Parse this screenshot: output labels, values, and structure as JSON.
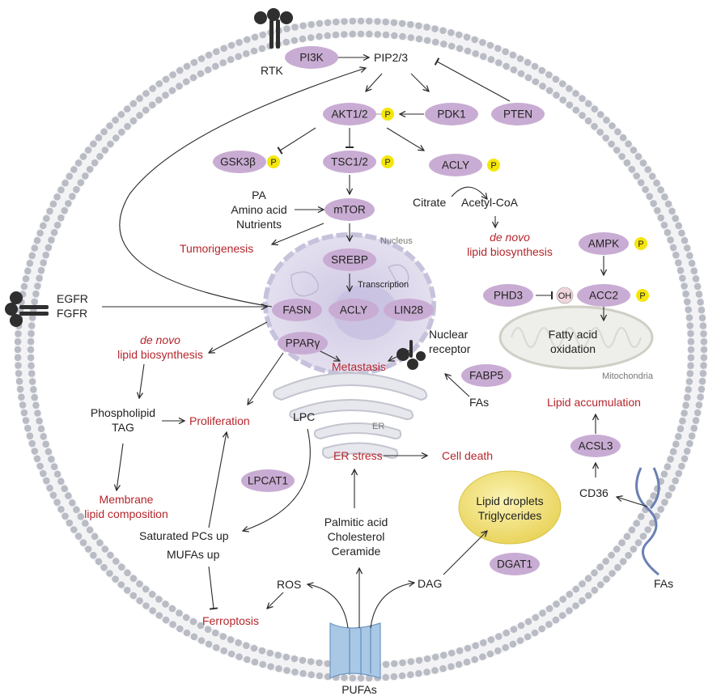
{
  "nodes": {
    "pi3k": "PI3K",
    "akt": "AKT1/2",
    "pdk1": "PDK1",
    "pten": "PTEN",
    "gsk3b": "GSK3β",
    "tsc": "TSC1/2",
    "acly_top": "ACLY",
    "mtor": "mTOR",
    "srebp": "SREBP",
    "fasn": "FASN",
    "acly_nuc": "ACLY",
    "lin28": "LIN28",
    "ppar": "PPARγ",
    "fabp5": "FABP5",
    "lpcat1": "LPCAT1",
    "dgat1": "DGAT1",
    "ampk": "AMPK",
    "phd3": "PHD3",
    "acc2": "ACC2",
    "acsl3": "ACSL3",
    "p_badge": "P",
    "oh_badge": "OH"
  },
  "labels": {
    "rtk": "RTK",
    "pip": "PIP2/3",
    "pa": "PA",
    "amino": "Amino acid",
    "nutrients": "Nutrients",
    "citrate": "Citrate",
    "acetyl": "Acetyl-CoA",
    "denovo1_a": "de novo",
    "denovo1_b": "lipid biosynthesis",
    "tumorigenesis": "Tumorigenesis",
    "nucleus": "Nucleus",
    "transcription": "Transcription",
    "egfr": "EGFR",
    "fgfr": "FGFR",
    "denovo2_a": "de novo",
    "denovo2_b": "lipid biosynthesis",
    "nuclear_a": "Nuclear",
    "nuclear_b": "receptor",
    "metastasis": "Metastasis",
    "fas_fabp": "FAs",
    "phospholipid": "Phospholipid",
    "tag": "TAG",
    "proliferation": "Proliferation",
    "lpc": "LPC",
    "er": "ER",
    "er_stress": "ER stress",
    "cell_death": "Cell death",
    "membrane_a": "Membrane",
    "membrane_b": "lipid composition",
    "sat_pcs": "Saturated PCs up",
    "mufas": "MUFAs up",
    "palmitic": "Palmitic acid",
    "cholesterol": "Cholesterol",
    "ceramide": "Ceramide",
    "lipid_droplets": "Lipid droplets",
    "triglycerides": "Triglycerides",
    "ros": "ROS",
    "dag": "DAG",
    "ferroptosis": "Ferroptosis",
    "pufas": "PUFAs",
    "fatty_acid": "Fatty acid",
    "oxidation": "oxidation",
    "mitochondria": "Mitochondria",
    "lipid_accum": "Lipid accumulation",
    "cd36": "CD36",
    "fas_cd36": "FAs"
  },
  "colors": {
    "node_fill": "#c9acd3",
    "phospho_badge": "#f5e60a",
    "red_text": "#b5262c",
    "membrane_bead": "#b9bcc4",
    "nucleus_fill": "#ddd9ea",
    "er_fill": "#e7e7ee",
    "droplet_fill": "#f2e48a",
    "receptor": "#2f2f2f",
    "channel": "#a9c8e6"
  }
}
